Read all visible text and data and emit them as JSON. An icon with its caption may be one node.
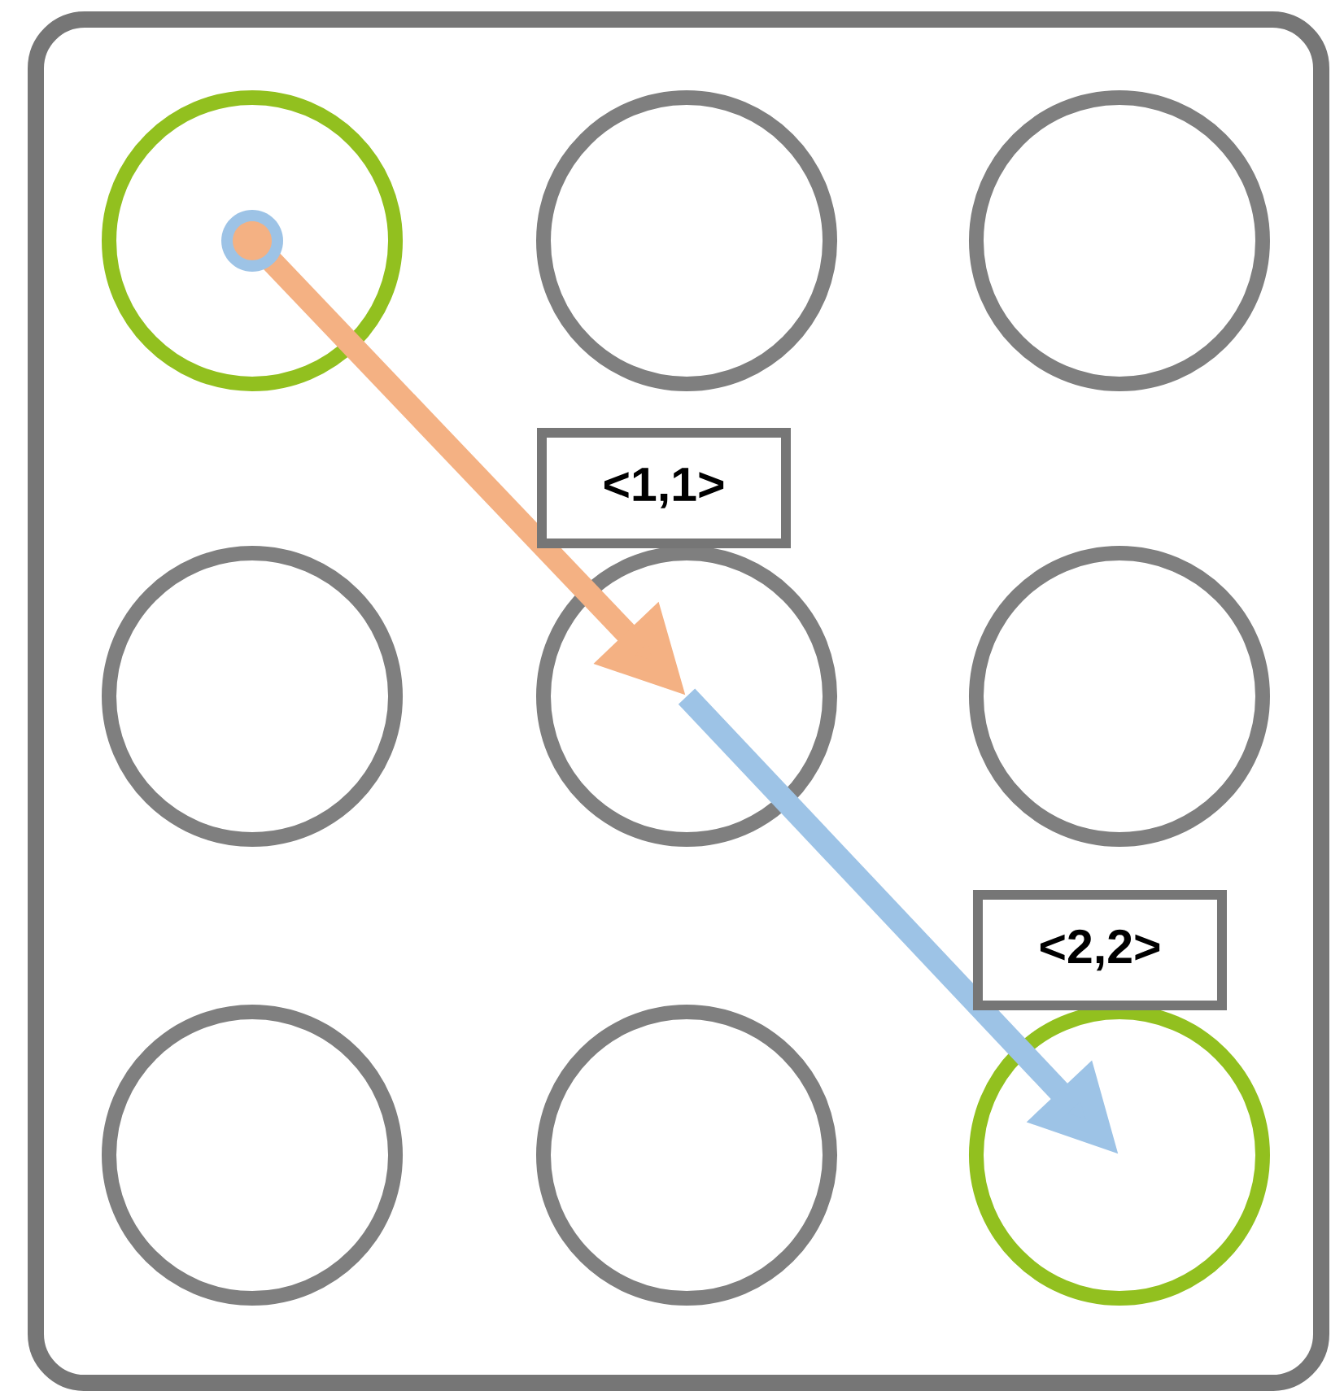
{
  "diagram": {
    "nodes": [
      {
        "text": [],
        "shape": "box"
      },
      {
        "text": [],
        "shape": "circle",
        "in": 0
      },
      {
        "text": [],
        "shape": "circle",
        "in": 0
      },
      {
        "text": [],
        "shape": "circle",
        "in": 0
      },
      {
        "text": [],
        "shape": "circle",
        "in": 0
      },
      {
        "text": [],
        "shape": "circle",
        "in": 0
      },
      {
        "text": [],
        "shape": "circle",
        "in": 0
      },
      {
        "text": [],
        "shape": "circle",
        "in": 0
      },
      {
        "text": [],
        "shape": "circle",
        "in": 0
      },
      {
        "text": [],
        "shape": "circle",
        "in": 0
      }
    ],
    "edges": [
      {
        "from": 1,
        "to": 5,
        "arrow": "to",
        "label": "<1,1>",
        "color": "#f4b183"
      },
      {
        "from": 5,
        "to": 9,
        "arrow": "to",
        "label": "<2,2>",
        "color": "#9dc3e6"
      }
    ]
  }
}
